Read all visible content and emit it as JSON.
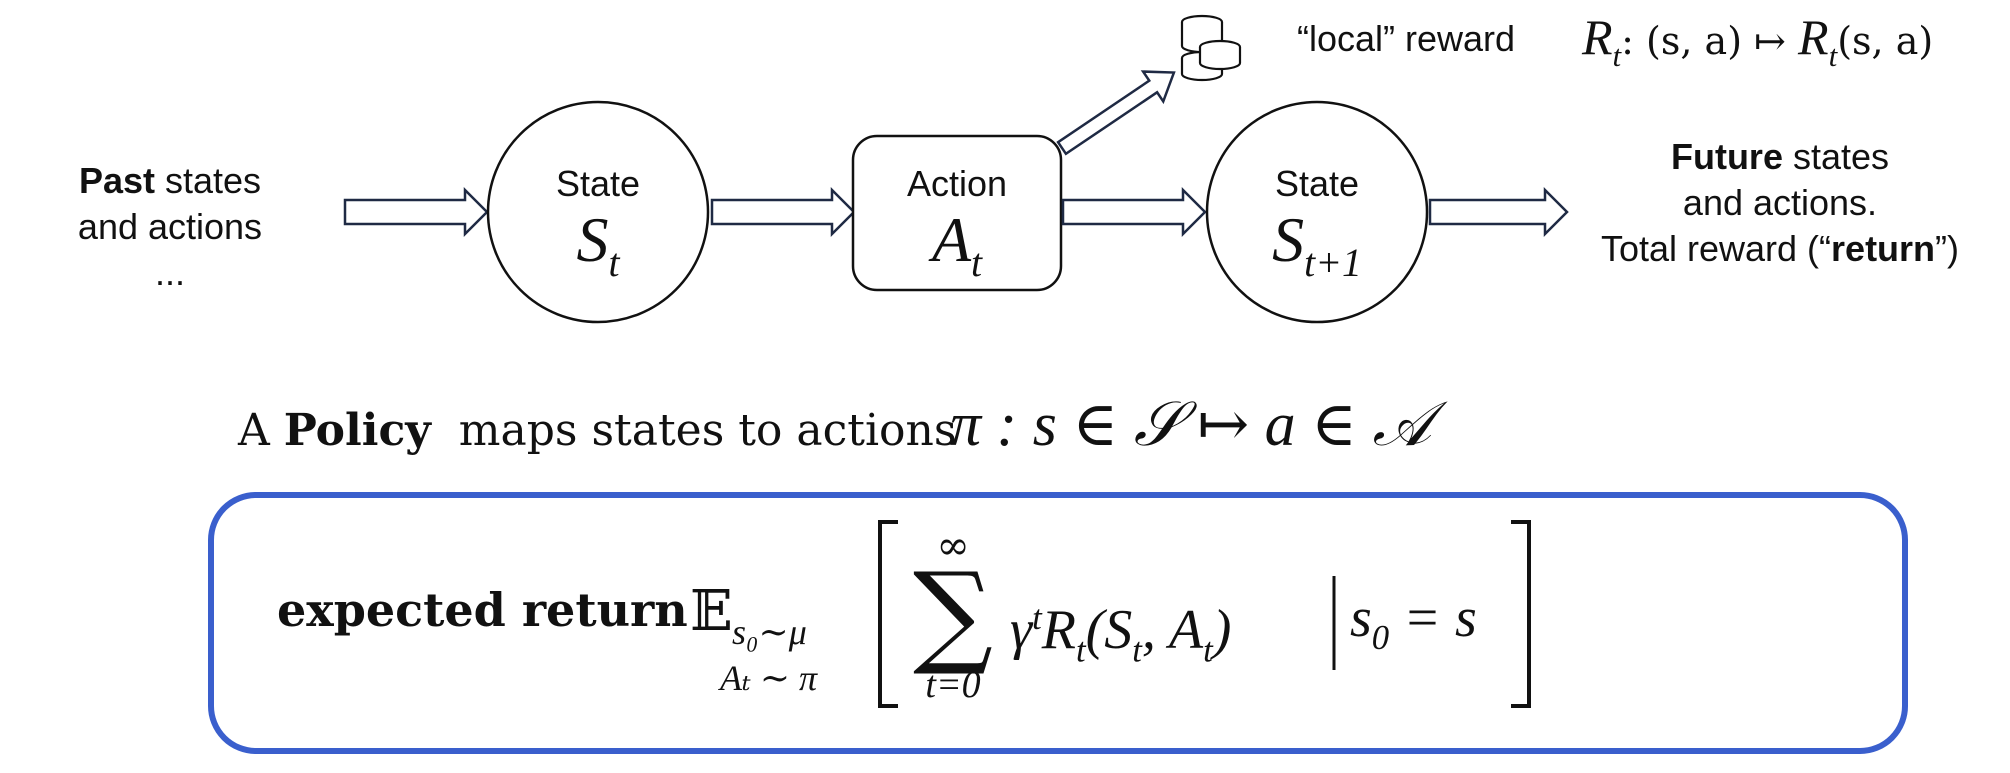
{
  "past": {
    "bold": "Past",
    "rest": " states",
    "line2": "and actions",
    "line3": "..."
  },
  "nodes": {
    "state_t": {
      "label": "State",
      "symbol": "S",
      "sub": "t"
    },
    "action_t": {
      "label": "Action",
      "symbol": "A",
      "sub": "t"
    },
    "state_t1": {
      "label": "State",
      "symbol": "S",
      "sub": "t+1"
    }
  },
  "future": {
    "bold": "Future",
    "rest": " states",
    "line2": "and actions.",
    "line3_pre": "Total reward (“",
    "line3_bold": "return",
    "line3_post": "”)"
  },
  "reward": {
    "text": "“local” reward",
    "formula_lhs": "R",
    "formula_lhs_sub": "t",
    "formula_mid": ": (s, a) ↦ ",
    "formula_rhs": "R",
    "formula_rhs_sub": "t",
    "formula_rhs_args": "(s, a)",
    "icon": "coins-icon"
  },
  "policy": {
    "prefix": "A ",
    "bold": "Policy",
    "rest": "  maps states to actions",
    "formula": "π : s ∈ 𝒮 ↦ a ∈ 𝒜"
  },
  "expected_return": {
    "label": "expected return",
    "expect_symbol": "𝔼",
    "expect_sub1": "s₀∼μ",
    "expect_sub2": "Aₜ ∼ π",
    "sum_top": "∞",
    "sum_bottom": "t=0",
    "body": "γ",
    "body_sup": "t",
    "body_rest": "R",
    "body_rest_sub": "t",
    "body_args": "(S",
    "body_args_sub1": "t",
    "body_args_mid": ", A",
    "body_args_sub2": "t",
    "body_args_end": ")",
    "cond": "s",
    "cond_sub": "0",
    "cond_rest": " = s",
    "box_color": "#3a5fcd"
  }
}
